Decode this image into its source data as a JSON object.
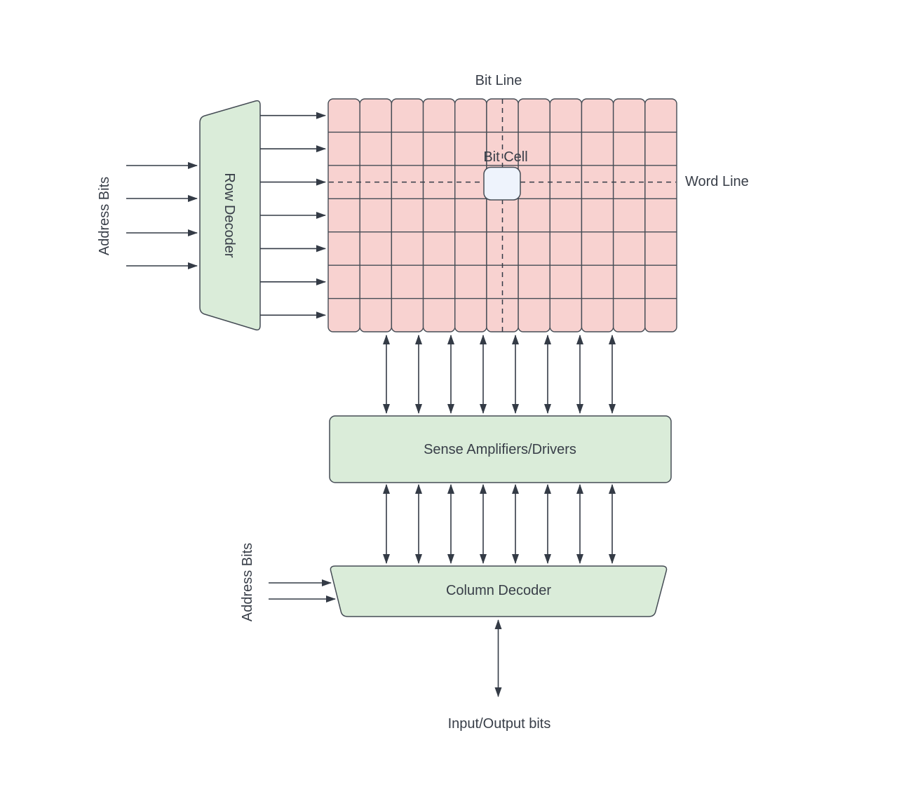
{
  "diagram": {
    "type": "memory-architecture-block-diagram",
    "background": "#FFFFFF"
  },
  "labels": {
    "bit_line": "Bit Line",
    "bit_cell": "Bit Cell",
    "word_line": "Word Line",
    "address_bits_rows": "Address Bits",
    "address_bits_columns": "Address Bits",
    "row_decoder": "Row Decoder",
    "sense_amplifiers": "Sense Amplifiers/Drivers",
    "column_decoder": "Column Decoder",
    "io_bits": "Input/Output bits"
  },
  "memory_array": {
    "columns": 11,
    "rows": 7,
    "highlighted_cell": {
      "column_index": 6,
      "row_index": 3
    }
  },
  "connections": {
    "row_select_lines": 7,
    "row_address_inputs": 4,
    "column_address_inputs": 2,
    "array_to_sense_lines": 8,
    "sense_to_column_decoder_lines": 8,
    "io_lines": 1
  },
  "colors": {
    "array_fill": "#F8D2D0",
    "block_fill": "#DAECD9",
    "bit_cell_fill": "#EEF3FC",
    "shape_stroke": "#454C55",
    "line": "#343B46",
    "text": "#383E48",
    "background": "#FFFFFF"
  }
}
